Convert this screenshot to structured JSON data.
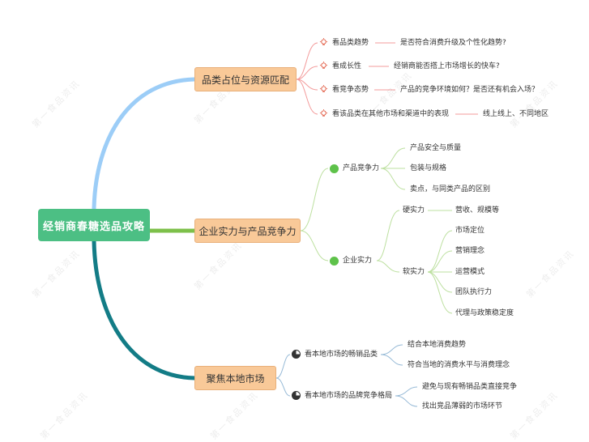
{
  "root": "经销商春糖选品攻略",
  "branches": [
    {
      "label": "品类占位与资源匹配",
      "items": [
        {
          "label": "看品类趋势",
          "detail": "是否符合消费升级及个性化趋势?"
        },
        {
          "label": "看成长性",
          "detail": "经销商能否搭上市场增长的快车?"
        },
        {
          "label": "看竞争态势",
          "detail": "产品的竞争环境如何？是否还有机会入场？"
        },
        {
          "label": "看该品类在其他市场和渠道中的表现",
          "detail": "线上线上、不同地区"
        }
      ]
    },
    {
      "label": "企业实力与产品竞争力",
      "product": {
        "label": "产品竞争力",
        "items": [
          "产品安全与质量",
          "包装与规格",
          "卖点，与同类产品的区别"
        ]
      },
      "company": {
        "label": "企业实力",
        "hard": {
          "label": "硬实力",
          "detail": "营收、规模等"
        },
        "soft": {
          "label": "软实力",
          "items": [
            "市场定位",
            "营销理念",
            "运营模式",
            "团队执行力",
            "代理与政策稳定度"
          ]
        }
      }
    },
    {
      "label": "聚焦本地市场",
      "items": [
        {
          "label": "看本地市场的畅销品类",
          "details": [
            "结合本地消费趋势",
            "符合当地的消费水平与消费理念"
          ]
        },
        {
          "label": "看本地市场的品牌竞争格局",
          "details": [
            "避免与现有畅销品类直接竞争",
            "找出竞品薄弱的市场环节"
          ]
        }
      ]
    }
  ],
  "watermark": "第一食品资讯",
  "colors": {
    "root": "#4cbf84",
    "branch_fill": "#f9c998",
    "link_1": "#9ccdf7",
    "link_2": "#7dc04a",
    "link_3": "#137c86",
    "sub_link_1": "#f39b9b",
    "sub_link_2": "#bde0a0",
    "sub_link_3": "#95b9d6"
  }
}
